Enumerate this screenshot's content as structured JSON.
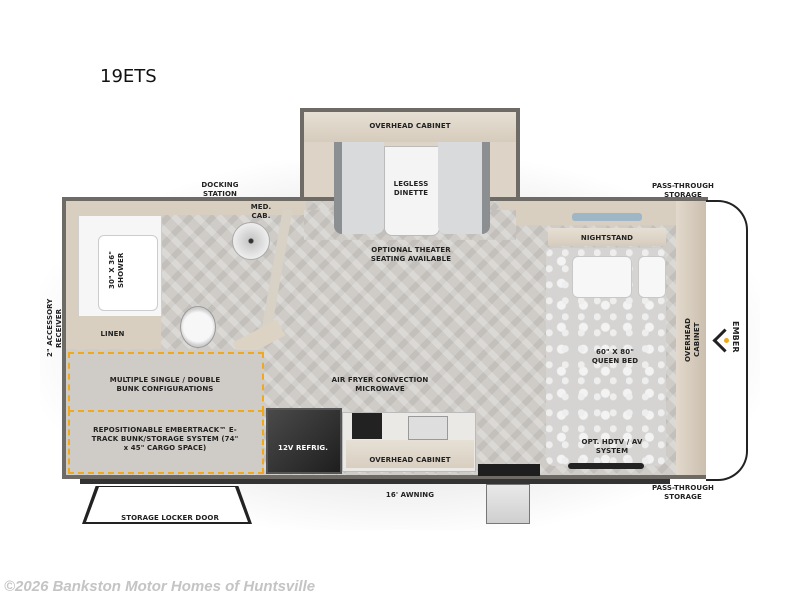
{
  "model": "19ETS",
  "labels": {
    "overhead_cabinet_top": "OVERHEAD CABINET",
    "legless_dinette": "LEGLESS DINETTE",
    "optional_theater": "OPTIONAL THEATER SEATING AVAILABLE",
    "docking_station": "DOCKING STATION",
    "med_cab": "MED. CAB.",
    "shower": "30\" X 36\" SHOWER",
    "linen": "LINEN",
    "accessory_receiver": "2\" ACCESSORY RECEIVER",
    "bunk_config": "MULTIPLE SINGLE / DOUBLE BUNK CONFIGURATIONS",
    "embertrack": "REPOSITIONABLE EMBERTRACK™ E-TRACK BUNK/STORAGE SYSTEM (74\" x 45\" CARGO SPACE)",
    "refrig": "12V REFRIG.",
    "microwave": "AIR FRYER CONVECTION MICROWAVE",
    "overhead_cabinet_kitchen": "OVERHEAD CABINET",
    "nightstand": "NIGHTSTAND",
    "queen_bed": "60\" X 80\" QUEEN BED",
    "hdtv": "OPT. HDTV / AV SYSTEM",
    "overhead_cabinet_front": "OVERHEAD CABINET",
    "pass_through_top": "PASS-THROUGH STORAGE",
    "pass_through_bottom": "PASS-THROUGH STORAGE",
    "awning": "16' AWNING",
    "storage_locker": "STORAGE LOCKER DOOR",
    "brand": "EMBER"
  },
  "colors": {
    "accent_dashed": "#f0a81c",
    "wall": "#6e6a66",
    "cabinet": "#d8cfc1"
  },
  "footer": "©2026 Bankston Motor Homes of Huntsville"
}
